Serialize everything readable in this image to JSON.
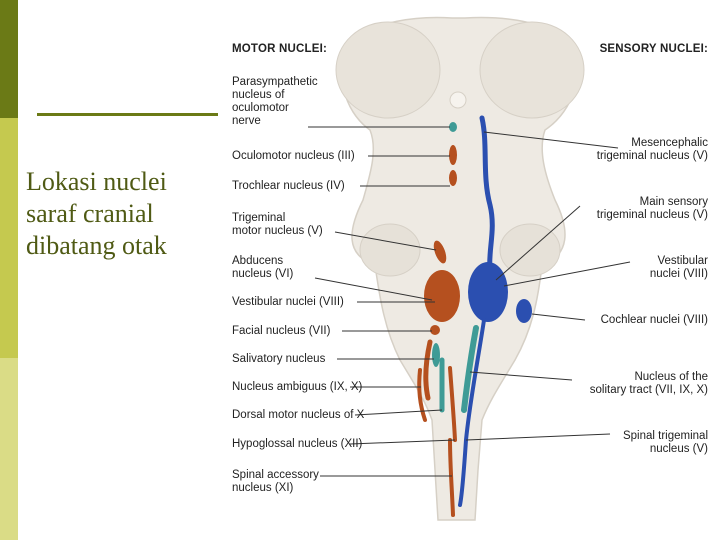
{
  "slide": {
    "title_lines": [
      "Lokasi nuclei",
      "saraf cranial",
      "dibatang otak"
    ]
  },
  "diagram": {
    "headers": {
      "motor": "MOTOR NUCLEI:",
      "sensory": "SENSORY NUCLEI:"
    },
    "motor_labels": [
      {
        "lines": [
          "Parasympathetic",
          "nucleus of",
          "oculomotor",
          "nerve"
        ]
      },
      {
        "lines": [
          "Oculomotor nucleus (III)"
        ]
      },
      {
        "lines": [
          "Trochlear nucleus (IV)"
        ]
      },
      {
        "lines": [
          "Trigeminal",
          "motor nucleus (V)"
        ]
      },
      {
        "lines": [
          "Abducens",
          "nucleus (VI)"
        ]
      },
      {
        "lines": [
          "Vestibular nuclei (VIII)"
        ]
      },
      {
        "lines": [
          "Facial nucleus (VII)"
        ]
      },
      {
        "lines": [
          "Salivatory nucleus"
        ]
      },
      {
        "lines": [
          "Nucleus ambiguus (IX, X)"
        ]
      },
      {
        "lines": [
          "Dorsal motor nucleus of X"
        ]
      },
      {
        "lines": [
          "Hypoglossal nucleus (XII)"
        ]
      },
      {
        "lines": [
          "Spinal accessory",
          "nucleus (XI)"
        ]
      }
    ],
    "sensory_labels": [
      {
        "lines": [
          "Mesencephalic",
          "trigeminal nucleus (V)"
        ]
      },
      {
        "lines": [
          "Main sensory",
          "trigeminal nucleus (V)"
        ]
      },
      {
        "lines": [
          "Vestibular",
          "nuclei (VIII)"
        ]
      },
      {
        "lines": [
          "Cochlear nuclei (VIII)"
        ]
      },
      {
        "lines": [
          "Nucleus of the",
          "solitary tract (VII, IX, X)"
        ]
      },
      {
        "lines": [
          "Spinal trigeminal",
          "nucleus (V)"
        ]
      }
    ],
    "colors": {
      "motor": "#b5501f",
      "sensory": "#2b4fb0",
      "visceral": "#3f9b96",
      "tissue": "#eeeae3",
      "leader": "#333333"
    }
  }
}
